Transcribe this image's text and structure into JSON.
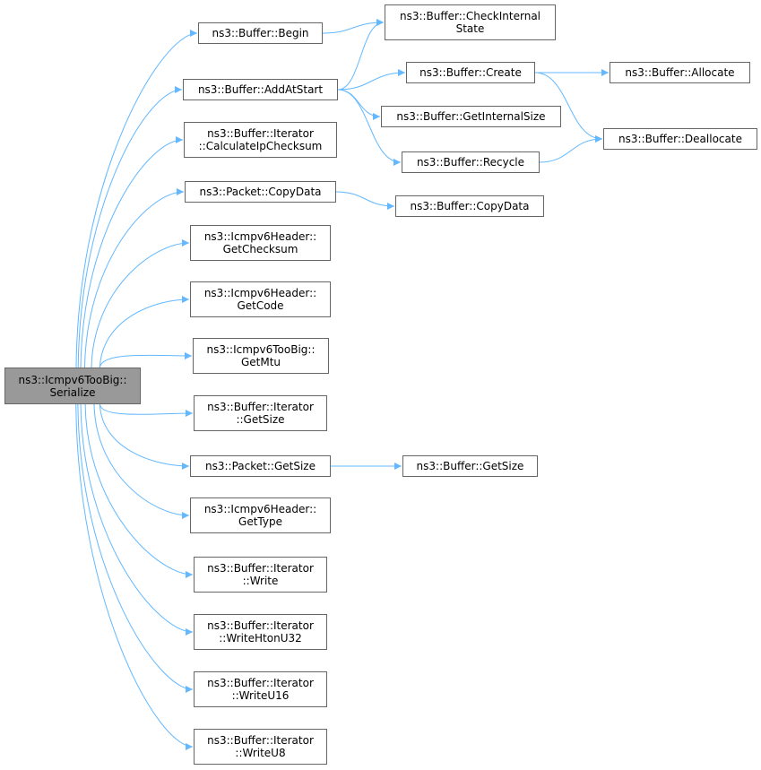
{
  "colors": {
    "edge": "#63b8ff",
    "node_border": "#666666",
    "root_fill": "#999999"
  },
  "nodes": {
    "serialize": {
      "lines": [
        "ns3::Icmpv6TooBig::",
        "Serialize"
      ],
      "root": true
    },
    "begin": {
      "lines": [
        "ns3::Buffer::Begin"
      ]
    },
    "checkinternalstate": {
      "lines": [
        "ns3::Buffer::CheckInternal",
        "State"
      ]
    },
    "addatstart": {
      "lines": [
        "ns3::Buffer::AddAtStart"
      ]
    },
    "create": {
      "lines": [
        "ns3::Buffer::Create"
      ]
    },
    "allocate": {
      "lines": [
        "ns3::Buffer::Allocate"
      ]
    },
    "getinternalsize": {
      "lines": [
        "ns3::Buffer::GetInternalSize"
      ]
    },
    "deallocate": {
      "lines": [
        "ns3::Buffer::Deallocate"
      ]
    },
    "recycle": {
      "lines": [
        "ns3::Buffer::Recycle"
      ]
    },
    "calcipchecksum": {
      "lines": [
        "ns3::Buffer::Iterator",
        "::CalculateIpChecksum"
      ]
    },
    "packetcopydata": {
      "lines": [
        "ns3::Packet::CopyData"
      ]
    },
    "buffercopydata": {
      "lines": [
        "ns3::Buffer::CopyData"
      ]
    },
    "getchecksum": {
      "lines": [
        "ns3::Icmpv6Header::",
        "GetChecksum"
      ]
    },
    "getcode": {
      "lines": [
        "ns3::Icmpv6Header::",
        "GetCode"
      ]
    },
    "getmtu": {
      "lines": [
        "ns3::Icmpv6TooBig::",
        "GetMtu"
      ]
    },
    "itergetsize": {
      "lines": [
        "ns3::Buffer::Iterator",
        "::GetSize"
      ]
    },
    "packetgetsize": {
      "lines": [
        "ns3::Packet::GetSize"
      ]
    },
    "buffergetsize": {
      "lines": [
        "ns3::Buffer::GetSize"
      ]
    },
    "gettype": {
      "lines": [
        "ns3::Icmpv6Header::",
        "GetType"
      ]
    },
    "write": {
      "lines": [
        "ns3::Buffer::Iterator",
        "::Write"
      ]
    },
    "writehtonu32": {
      "lines": [
        "ns3::Buffer::Iterator",
        "::WriteHtonU32"
      ]
    },
    "writeu16": {
      "lines": [
        "ns3::Buffer::Iterator",
        "::WriteU16"
      ]
    },
    "writeu8": {
      "lines": [
        "ns3::Buffer::Iterator",
        "::WriteU8"
      ]
    }
  },
  "edges": [
    [
      "serialize",
      "begin"
    ],
    [
      "serialize",
      "addatstart"
    ],
    [
      "serialize",
      "calcipchecksum"
    ],
    [
      "serialize",
      "packetcopydata"
    ],
    [
      "serialize",
      "getchecksum"
    ],
    [
      "serialize",
      "getcode"
    ],
    [
      "serialize",
      "getmtu"
    ],
    [
      "serialize",
      "itergetsize"
    ],
    [
      "serialize",
      "packetgetsize"
    ],
    [
      "serialize",
      "gettype"
    ],
    [
      "serialize",
      "write"
    ],
    [
      "serialize",
      "writehtonu32"
    ],
    [
      "serialize",
      "writeu16"
    ],
    [
      "serialize",
      "writeu8"
    ],
    [
      "begin",
      "checkinternalstate"
    ],
    [
      "addatstart",
      "checkinternalstate"
    ],
    [
      "addatstart",
      "create"
    ],
    [
      "addatstart",
      "getinternalsize"
    ],
    [
      "addatstart",
      "recycle"
    ],
    [
      "create",
      "allocate"
    ],
    [
      "create",
      "deallocate"
    ],
    [
      "recycle",
      "deallocate"
    ],
    [
      "packetcopydata",
      "buffercopydata"
    ],
    [
      "packetgetsize",
      "buffergetsize"
    ]
  ]
}
